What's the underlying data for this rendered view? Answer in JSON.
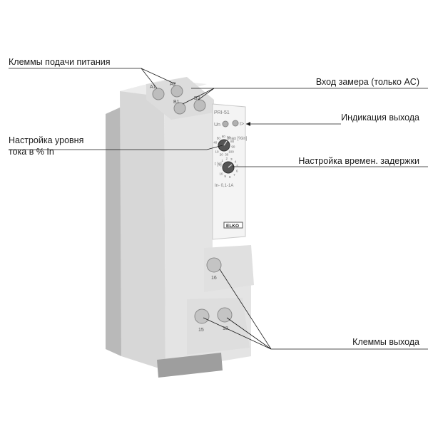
{
  "callouts": {
    "power_terminals": "Клеммы  подачи питания",
    "measure_input": "Вход замера (только AC)",
    "output_indication": "Индикация выхода",
    "current_level_line1": "Настройка уровня",
    "current_level_line2": "тока в % In",
    "delay_setting": "Настройка времен. задержки",
    "output_terminals": "Клеммы выхода"
  },
  "device": {
    "model": "PRI-51",
    "range_label": "In- 0,1-1A",
    "brand": "ELKO",
    "led_un": "Un",
    "led_out": "I>",
    "knob_current_label": "Imax [%In]",
    "knob_current_scale": [
      "40",
      "50",
      "60",
      "70",
      "80",
      "90",
      "100",
      "30",
      "20",
      "10"
    ],
    "knob_delay_label": "t [s]",
    "knob_delay_scale": [
      "0",
      "1",
      "2",
      "3",
      "4",
      "5",
      "6",
      "7",
      "8",
      "9",
      "10"
    ],
    "terminals_top": [
      "A1",
      "A2"
    ],
    "terminals_measure": [
      "B1",
      "B2"
    ],
    "terminal_mid": "16",
    "terminals_bottom": [
      "15",
      "18"
    ]
  },
  "colors": {
    "body": "#e6e6e6",
    "front": "#f3f3f3",
    "shadow": "#cfcfcf",
    "line": "#1a1a1a"
  }
}
